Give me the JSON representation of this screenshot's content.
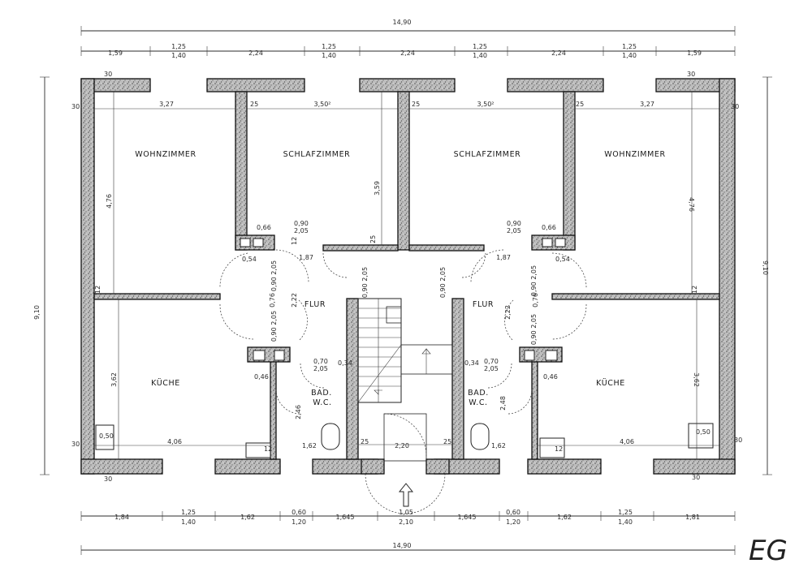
{
  "rooms": {
    "wohnzimmer_left": "WOHNZIMMER",
    "schlafzimmer_left": "SCHLAFZIMMER",
    "schlafzimmer_right": "SCHLAFZIMMER",
    "wohnzimmer_right": "WOHNZIMMER",
    "flur_left": "FLUR",
    "flur_right": "FLUR",
    "kueche_left": "KÜCHE",
    "kueche_right": "KÜCHE",
    "bad_left": "BAD.",
    "wc_left": "W.C.",
    "bad_right": "BAD.",
    "wc_right": "W.C."
  },
  "top_dims": {
    "total": "14,90",
    "segments": [
      "1,59",
      "1,25",
      "1,40",
      "2,24",
      "1,25",
      "1,40",
      "2,24",
      "1,25",
      "1,40",
      "2,24",
      "1,25",
      "1,40",
      "1,59"
    ]
  },
  "bottom_dims": {
    "total": "14,90",
    "segments": [
      "1,84",
      "1,25",
      "1,40",
      "1,62",
      "0,60",
      "1,20",
      "1,645",
      "1,05",
      "2,10",
      "1,645",
      "0,60",
      "1,20",
      "1,62",
      "1,25",
      "1,40",
      "1,81"
    ]
  },
  "side_dims": {
    "left_total": "9,10",
    "right_total": "9,10"
  },
  "room_dims": {
    "w1": "3,27",
    "w2": "3,50²",
    "w3": "3,50²",
    "w4": "3,27",
    "h_wohn_l": "4,76",
    "h_schlaf_l": "3,59",
    "h_wohn_r": "4,76",
    "kueche_l_h": "3,62",
    "kueche_r_h": "3,62",
    "kueche_l_w": "4,06",
    "kueche_r_w": "4,06",
    "flur_l": "2,22",
    "flur_r": "2,22",
    "bad_l": "2,46",
    "bad_r": "2,48",
    "entry_w": "2,20",
    "flur_w_l": "1,87",
    "flur_w_r": "1,87"
  },
  "wall_dims": {
    "t30a": "30",
    "t30b": "30",
    "t30c": "30",
    "t30d": "30",
    "t30e": "30",
    "t30f": "30",
    "t30g": "30",
    "t30h": "30",
    "t25a": "25",
    "t25b": "25",
    "t25c": "25",
    "t25d": "25",
    "t25e": "25",
    "t25f": "25",
    "t12a": "12",
    "t12b": "12",
    "t12c": "12",
    "t12d": "12",
    "t12e": "12"
  },
  "small_dims": {
    "d1": "0,66",
    "d2": "0,66",
    "d3": "0,54",
    "d4": "0,54",
    "d5": "0,46",
    "d6": "0,46",
    "d7": "0,34",
    "d8": "0,34",
    "d9": "0,50",
    "d10": "0,50",
    "d11": "1,62",
    "d12": "1,62",
    "d13": "1,62",
    "door1": "0,90\n2,05",
    "door2": "0,70\n2,05"
  },
  "door_labels": {
    "a1": "0,90",
    "a2": "2,05",
    "b1": "0,90",
    "b2": "2,05",
    "c1": "0,70",
    "c2": "2,05",
    "d1": "0,70",
    "d2": "2,05",
    "v1": "0,90 2,05",
    "v2": "0,90 2,05",
    "v3": "0,90 2,05",
    "v4": "0,90 2,05",
    "v5": "0,90 2,05",
    "v6": "0,90 2,05",
    "v7": "0,76",
    "v8": "0,76"
  },
  "floor_label": "EG"
}
